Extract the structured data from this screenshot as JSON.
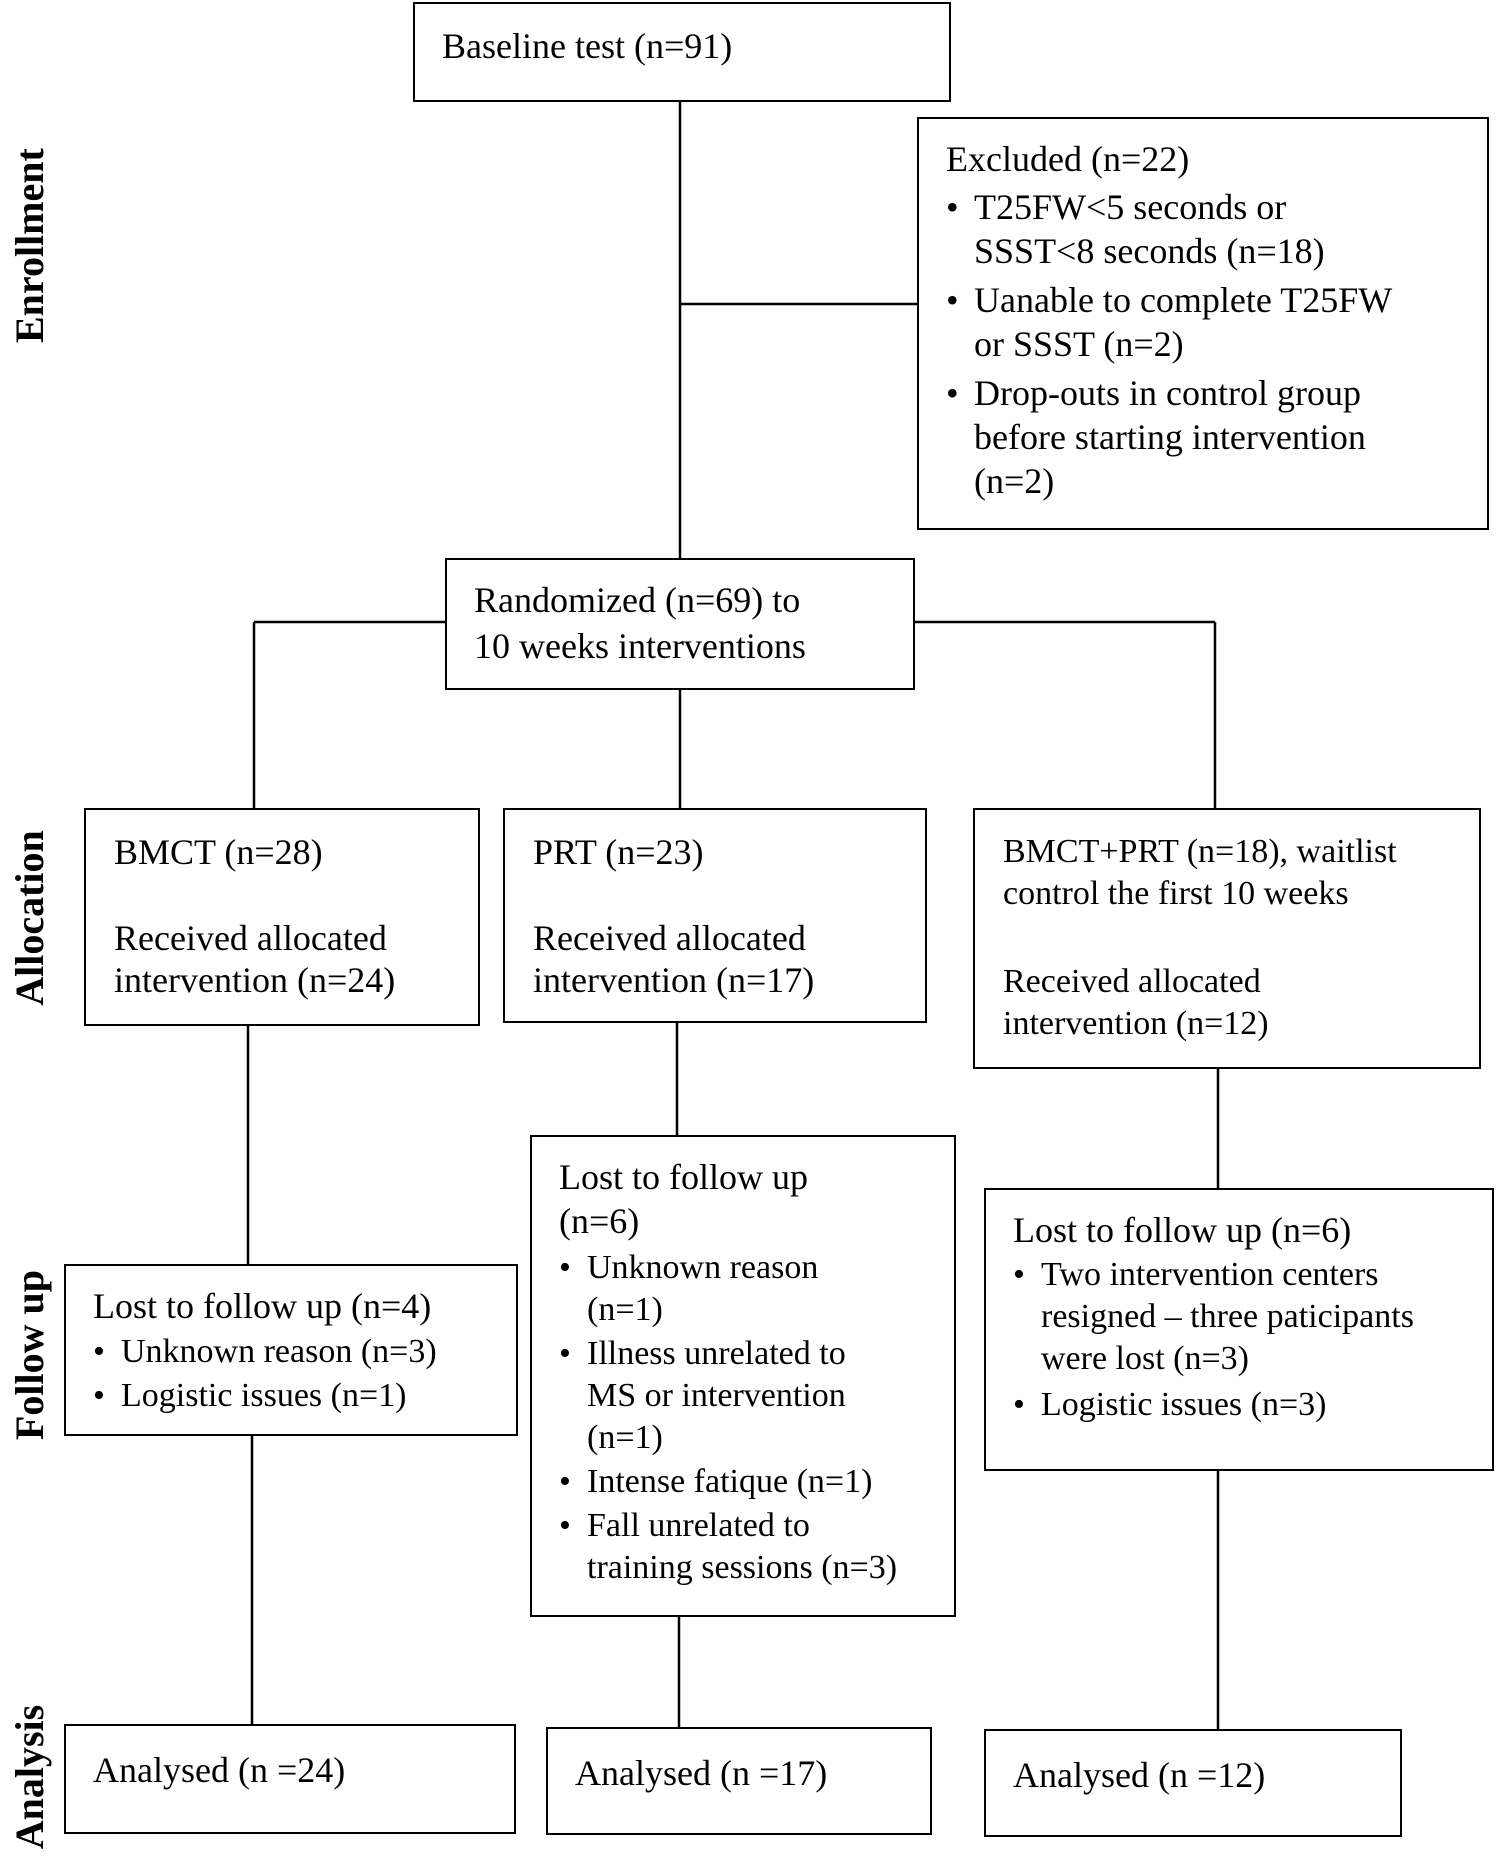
{
  "stages": {
    "enrollment": "Enrollment",
    "allocation": "Allocation",
    "follow_up": "Follow up",
    "analysis": "Analysis"
  },
  "baseline": {
    "text": "Baseline test (n=91)"
  },
  "excluded": {
    "title": "Excluded (n=22)",
    "items": [
      [
        "T25FW<5 seconds or",
        "SSST<8 seconds (n=18)"
      ],
      [
        "Uanable to complete T25FW",
        "or SSST (n=2)"
      ],
      [
        "Drop-outs in control group",
        "before starting intervention",
        "(n=2)"
      ]
    ]
  },
  "randomized": {
    "line1": "Randomized (n=69) to",
    "line2": "10 weeks interventions"
  },
  "allocation": {
    "bmct": {
      "title": "BMCT (n=28)",
      "received1": "Received allocated",
      "received2": "intervention (n=24)"
    },
    "prt": {
      "title": "PRT (n=23)",
      "received1": "Received allocated",
      "received2": "intervention (n=17)"
    },
    "combo": {
      "title1": "BMCT+PRT (n=18), waitlist",
      "title2": "control the first 10 weeks",
      "received1": "Received allocated",
      "received2": "intervention (n=12)"
    }
  },
  "followup": {
    "bmct": {
      "title": "Lost to follow up (n=4)",
      "items": [
        [
          "Unknown reason (n=3)"
        ],
        [
          "Logistic issues (n=1)"
        ]
      ]
    },
    "prt": {
      "title1": "Lost to follow up",
      "title2": "(n=6)",
      "items": [
        [
          "Unknown reason",
          "(n=1)"
        ],
        [
          "Illness unrelated to",
          "MS or intervention",
          "(n=1)"
        ],
        [
          "Intense fatique (n=1)"
        ],
        [
          "Fall unrelated to",
          "training sessions (n=3)"
        ]
      ]
    },
    "combo": {
      "title": "Lost to follow up (n=6)",
      "items": [
        [
          "Two intervention centers",
          "resigned – three paticipants",
          "were lost (n=3)"
        ],
        [
          "Logistic issues (n=3)"
        ]
      ]
    }
  },
  "analysis": {
    "bmct": "Analysed (n =24)",
    "prt": "Analysed (n =17)",
    "combo": "Analysed (n =12)"
  }
}
